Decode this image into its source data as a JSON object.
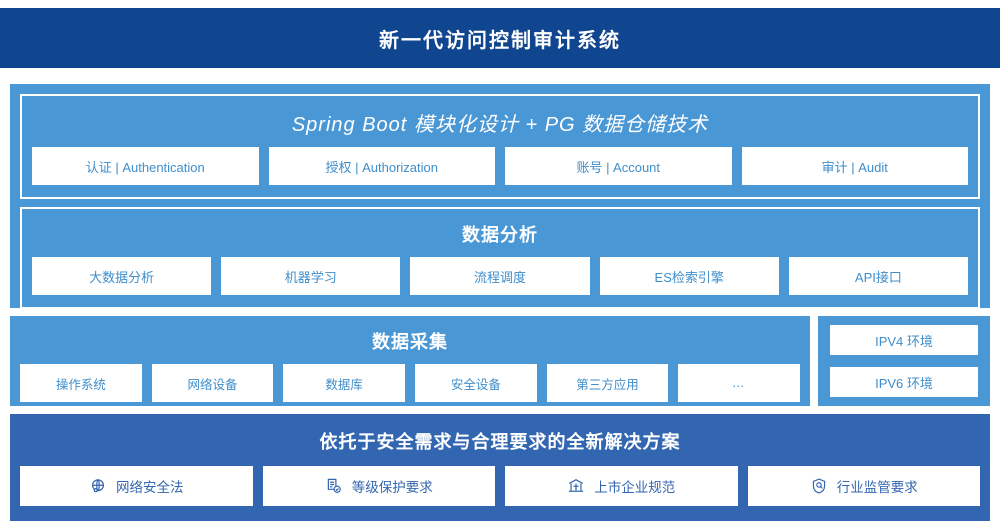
{
  "header": {
    "title": "新一代访问控制审计系统"
  },
  "upper": {
    "platform": {
      "title": "Spring Boot 模块化设计 + PG 数据仓储技术",
      "items": [
        "认证 | Authentication",
        "授权 | Authorization",
        "账号 | Account",
        "审计 | Audit"
      ]
    },
    "analysis": {
      "title": "数据分析",
      "items": [
        "大数据分析",
        "机器学习",
        "流程调度",
        "ES检索引擎",
        "API接口"
      ]
    }
  },
  "collection": {
    "title": "数据采集",
    "items": [
      "操作系统",
      "网络设备",
      "数据库",
      "安全设备",
      "第三方应用",
      "…"
    ]
  },
  "environments": {
    "items": [
      "IPV4 环境",
      "IPV6 环境"
    ]
  },
  "bottom": {
    "title": "依托于安全需求与合理要求的全新解决方案",
    "items": [
      {
        "icon": "globe-network-icon",
        "label": "网络安全法"
      },
      {
        "icon": "document-check-icon",
        "label": "等级保护要求"
      },
      {
        "icon": "bank-building-icon",
        "label": "上市企业规范"
      },
      {
        "icon": "shield-search-icon",
        "label": "行业监管要求"
      }
    ]
  },
  "colors": {
    "header_navy": "#10458f",
    "panel_blue": "#4a97d6",
    "bottom_blue": "#3366b0",
    "cell_text_blue": "#3f8ecb",
    "bottom_text_blue": "#3366b0",
    "page_background": "#ffffff"
  }
}
